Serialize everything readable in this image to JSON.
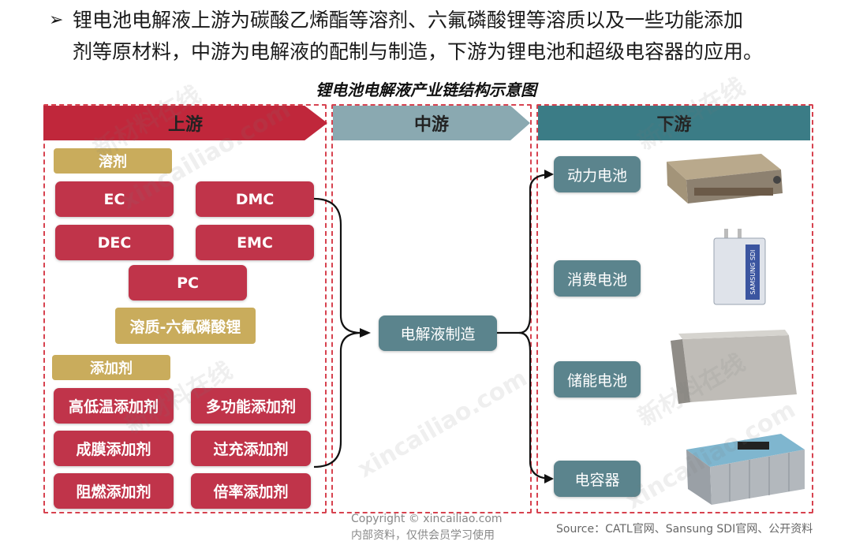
{
  "intro": {
    "bullet": "➢",
    "line1": "锂电池电解液上游为碳酸乙烯酯等溶剂、六氟磷酸锂等溶质以及一些功能添加",
    "line2": "剂等原材料，中游为电解液的配制与制造，下游为锂电池和超级电容器的应用。"
  },
  "title": "锂电池电解液产业链结构示意图",
  "upstream": {
    "header": "上游",
    "solvent_tag": "溶剂",
    "solvents": [
      "EC",
      "DMC",
      "DEC",
      "EMC",
      "PC"
    ],
    "solute": "溶质-六氟磷酸锂",
    "additive_tag": "添加剂",
    "additives": [
      "高低温添加剂",
      "多功能添加剂",
      "成膜添加剂",
      "过充添加剂",
      "阻燃添加剂",
      "倍率添加剂"
    ]
  },
  "midstream": {
    "header": "中游",
    "node": "电解液制造"
  },
  "downstream": {
    "header": "下游",
    "items": [
      "动力电池",
      "消费电池",
      "储能电池",
      "电容器"
    ]
  },
  "watermarks": [
    "新材料在线",
    "xincailiao.com"
  ],
  "footer": {
    "copyright": "Copyright © xincailiao.com",
    "internal": "内部资料，仅供会员学习使用",
    "source": "Source：CATL官网、Sansung SDI官网、公开资料"
  },
  "colors": {
    "upstream": "#c0273b",
    "midstream": "#8aa9b1",
    "downstream": "#3b7c86",
    "tag": "#c9ac5c",
    "box": "#c0344a",
    "teal_box": "#5b848d"
  }
}
